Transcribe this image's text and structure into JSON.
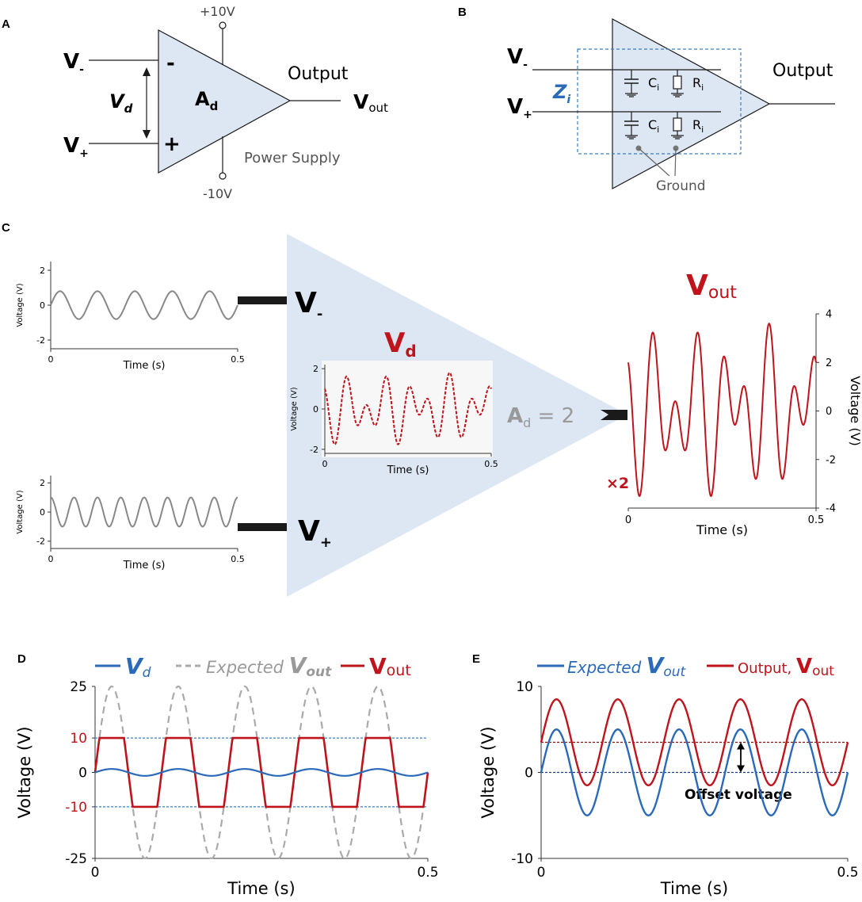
{
  "colors": {
    "amp_fill": "#dde6f3",
    "red": "#c0141c",
    "blue": "#2a6ab8",
    "gray": "#888888",
    "dark": "#1a1a1a"
  },
  "panels": {
    "A": {
      "label": "A",
      "v_minus": "V",
      "v_minus_sub": "-",
      "v_plus": "V",
      "v_plus_sub": "+",
      "vd": "V",
      "vd_sub": "d",
      "minus_sign": "-",
      "plus_sign": "+",
      "ad": "A",
      "ad_sub": "d",
      "output": "Output",
      "vout": "V",
      "vout_sub": "out",
      "supply_pos": "+10V",
      "supply_neg": "-10V",
      "power_supply": "Power Supply"
    },
    "B": {
      "label": "B",
      "v_minus": "V",
      "v_minus_sub": "-",
      "v_plus": "V",
      "v_plus_sub": "+",
      "zi": "Z",
      "zi_sub": "i",
      "ci": "C",
      "ci_sub": "i",
      "ri": "R",
      "ri_sub": "i",
      "output": "Output",
      "ground": "Ground"
    },
    "C": {
      "label": "C",
      "v_minus": "V",
      "v_minus_sub": "-",
      "v_plus": "V",
      "v_plus_sub": "+",
      "vd_title": "V",
      "vd_title_sub": "d",
      "gain_label": "A",
      "gain_label_sub": "d",
      "gain_value": " = 2",
      "vout_title": "V",
      "vout_title_sub": "out",
      "times_two": "×2",
      "ylabel": "Voltage (V)",
      "xlabel": "Time (s)"
    },
    "D": {
      "label": "D",
      "legend_vd": "V",
      "legend_vd_sub": "d",
      "legend_expected": "Expected ",
      "legend_expected_v": "V",
      "legend_expected_sub": "out",
      "legend_vout": "V",
      "legend_vout_sub": "out",
      "ylabel": "Voltage (V)",
      "xlabel": "Time (s)"
    },
    "E": {
      "label": "E",
      "legend_expected": "Expected ",
      "legend_expected_v": "V",
      "legend_expected_sub": "out",
      "legend_output": "Output, ",
      "legend_output_v": "V",
      "legend_output_sub": "out",
      "offset_label": "Offset voltage",
      "ylabel": "Voltage (V)",
      "xlabel": "Time (s)"
    }
  },
  "chart_data": [
    {
      "id": "C-minus",
      "type": "line",
      "xlabel": "Time (s)",
      "ylabel": "Voltage (V)",
      "xlim": [
        0,
        0.5
      ],
      "ylim": [
        -2.5,
        2.5
      ],
      "xticks": [
        "0",
        "0.5"
      ],
      "yticks": [
        "2",
        "0",
        "-2"
      ],
      "series": [
        {
          "amplitude": 0.8,
          "cycles": 5,
          "color": "#888888",
          "style": "solid"
        }
      ]
    },
    {
      "id": "C-plus",
      "type": "line",
      "xlabel": "Time (s)",
      "ylabel": "Voltage (V)",
      "xlim": [
        0,
        0.5
      ],
      "ylim": [
        -2.5,
        2.5
      ],
      "xticks": [
        "0",
        "0.5"
      ],
      "yticks": [
        "2",
        "0",
        "-2"
      ],
      "series": [
        {
          "amplitude": 1.0,
          "cycles": 8,
          "color": "#888888",
          "style": "solid"
        }
      ]
    },
    {
      "id": "C-vd",
      "type": "line",
      "xlabel": "Time (s)",
      "ylabel": "Voltage (V)",
      "xlim": [
        0,
        0.5
      ],
      "ylim": [
        -2.2,
        2.2
      ],
      "xticks": [
        "0",
        "0.5"
      ],
      "yticks": [
        "2",
        "0",
        "-2"
      ],
      "series": [
        {
          "expression": "V+ - V-",
          "color": "#c0141c",
          "style": "dashed"
        }
      ]
    },
    {
      "id": "C-vout",
      "type": "line",
      "xlabel": "Time (s)",
      "ylabel": "Voltage (V)",
      "xlim": [
        0,
        0.5
      ],
      "ylim": [
        -4,
        4
      ],
      "xticks": [
        "0",
        "0.5"
      ],
      "yticks": [
        "4",
        "2",
        "0",
        "-2",
        "-4"
      ],
      "series": [
        {
          "expression": "2 × Vd",
          "color": "#c0141c",
          "style": "solid"
        }
      ]
    },
    {
      "id": "D",
      "type": "line",
      "xlabel": "Time (s)",
      "ylabel": "Voltage (V)",
      "xlim": [
        0,
        0.5
      ],
      "ylim": [
        -25,
        25
      ],
      "xticks": [
        "0",
        "0.5"
      ],
      "yticks": [
        "25",
        "10",
        "0",
        "-10",
        "-25"
      ],
      "reference_lines": [
        10,
        -10
      ],
      "series": [
        {
          "name": "Vd",
          "amplitude": 1,
          "cycles": 5,
          "color": "#2a6ab8",
          "style": "solid"
        },
        {
          "name": "Expected Vout",
          "amplitude": 25,
          "cycles": 5,
          "color": "#aaaaaa",
          "style": "dashed"
        },
        {
          "name": "Vout",
          "amplitude": 25,
          "clip": [
            -10,
            10
          ],
          "cycles": 5,
          "color": "#c0141c",
          "style": "solid"
        }
      ]
    },
    {
      "id": "E",
      "type": "line",
      "xlabel": "Time (s)",
      "ylabel": "Voltage (V)",
      "xlim": [
        0,
        0.5
      ],
      "ylim": [
        -10,
        10
      ],
      "xticks": [
        "0",
        "0.5"
      ],
      "yticks": [
        "10",
        "0",
        "-10"
      ],
      "reference_lines": [
        3.5,
        0
      ],
      "series": [
        {
          "name": "Expected Vout",
          "amplitude": 5,
          "offset": 0,
          "cycles": 5,
          "color": "#2a6ab8",
          "style": "solid"
        },
        {
          "name": "Output, Vout",
          "amplitude": 5,
          "offset": 3.5,
          "cycles": 5,
          "color": "#c0141c",
          "style": "solid"
        }
      ]
    }
  ]
}
